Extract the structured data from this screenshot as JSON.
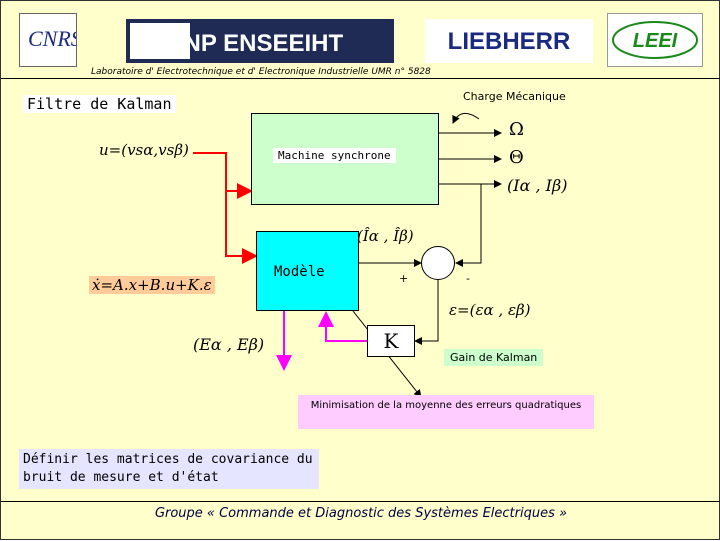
{
  "header": {
    "logos": [
      {
        "name": "cnrs-logo",
        "text": "CNRS"
      },
      {
        "name": "inp-enseeiht-logo",
        "text": "INP ENSEEIHT"
      },
      {
        "name": "liebherr-logo",
        "text": "LIEBHERR"
      },
      {
        "name": "leei-logo",
        "text": "LEEI"
      }
    ],
    "lab": "Laboratoire d' Electrotechnique et d' Electronique Industrielle UMR n° 5828"
  },
  "diagram": {
    "title": "Filtre de Kalman",
    "charge": "Charge Mécanique",
    "machine": "Machine synchrone",
    "modele": "Modèle",
    "k": "K",
    "input_u": "u=(vsα,vsβ)",
    "output_omega": "Ω",
    "output_theta": "Θ",
    "output_i": "(Iα , Iβ)",
    "estimate_i": "(Îα , Îβ)",
    "state_eq": "ẋ=A.x+B.u+K.ε",
    "error_eq": "ε=(εα , εβ)",
    "emf": "(Eα , Eβ)",
    "plus": "+",
    "minus": "-",
    "gain": "Gain de Kalman",
    "minimisation": "Minimisation de la moyenne des erreurs quadratiques",
    "definir": "Définir les matrices de covariance du bruit de mesure et d'état"
  },
  "footer": "Groupe « Commande et Diagnostic des Systèmes Electriques »",
  "colors": {
    "background": "#ffffcc",
    "red_line": "#ff0000",
    "magenta_line": "#ff00ff",
    "machine_fill": "#ccffcc",
    "modele_fill": "#00ffff"
  }
}
